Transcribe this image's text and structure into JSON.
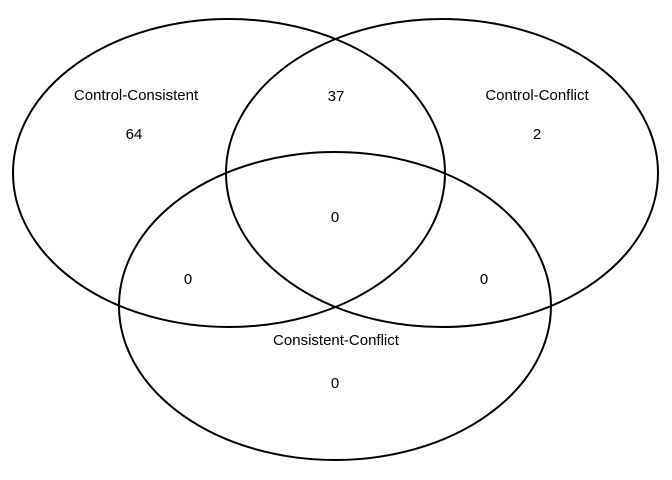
{
  "sets": {
    "a": {
      "label": "Control-Consistent"
    },
    "b": {
      "label": "Control-Conflict"
    },
    "c": {
      "label": "Consistent-Conflict"
    }
  },
  "regions": {
    "a_only": "64",
    "ab_only": "37",
    "b_only": "2",
    "abc": "0",
    "ac_only": "0",
    "bc_only": "0",
    "c_only": "0"
  },
  "colors": {
    "stroke": "#000000",
    "background": "#ffffff"
  }
}
